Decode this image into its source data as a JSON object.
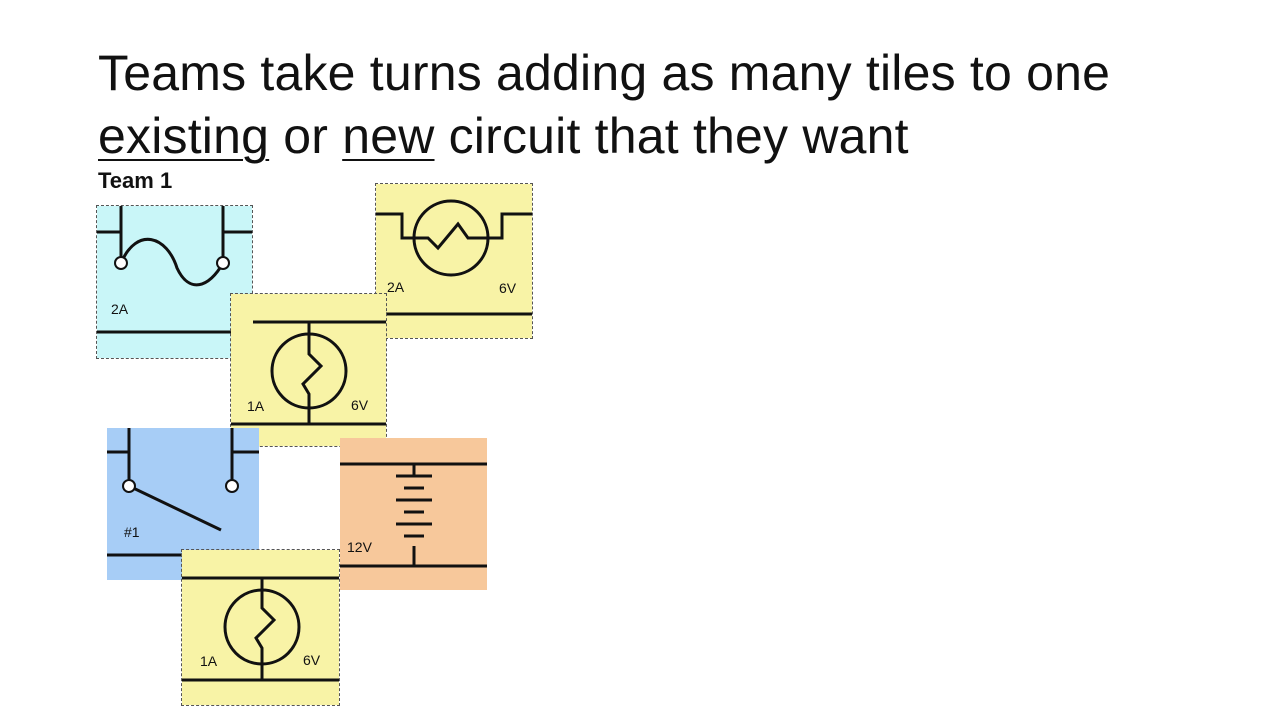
{
  "slide": {
    "title_part1": "Teams take turns adding as many tiles to one",
    "title_existing": "existing",
    "title_or": " or ",
    "title_new": "new",
    "title_part2": " circuit that they want",
    "team_label": "Team 1"
  },
  "tiles": {
    "fuse": {
      "component": "fuse",
      "color": "#c9f6f8",
      "current": "2A"
    },
    "lamp_top": {
      "component": "lamp",
      "color": "#f8f3a6",
      "current": "2A",
      "voltage": "6V"
    },
    "lamp_middle": {
      "component": "lamp",
      "color": "#f8f3a6",
      "current": "1A",
      "voltage": "6V"
    },
    "switch": {
      "component": "switch",
      "color": "#a7cdf6",
      "label": "#1"
    },
    "battery": {
      "component": "battery",
      "color": "#f7c89b",
      "voltage": "12V"
    },
    "lamp_bottom": {
      "component": "lamp",
      "color": "#f8f3a6",
      "current": "1A",
      "voltage": "6V"
    }
  }
}
